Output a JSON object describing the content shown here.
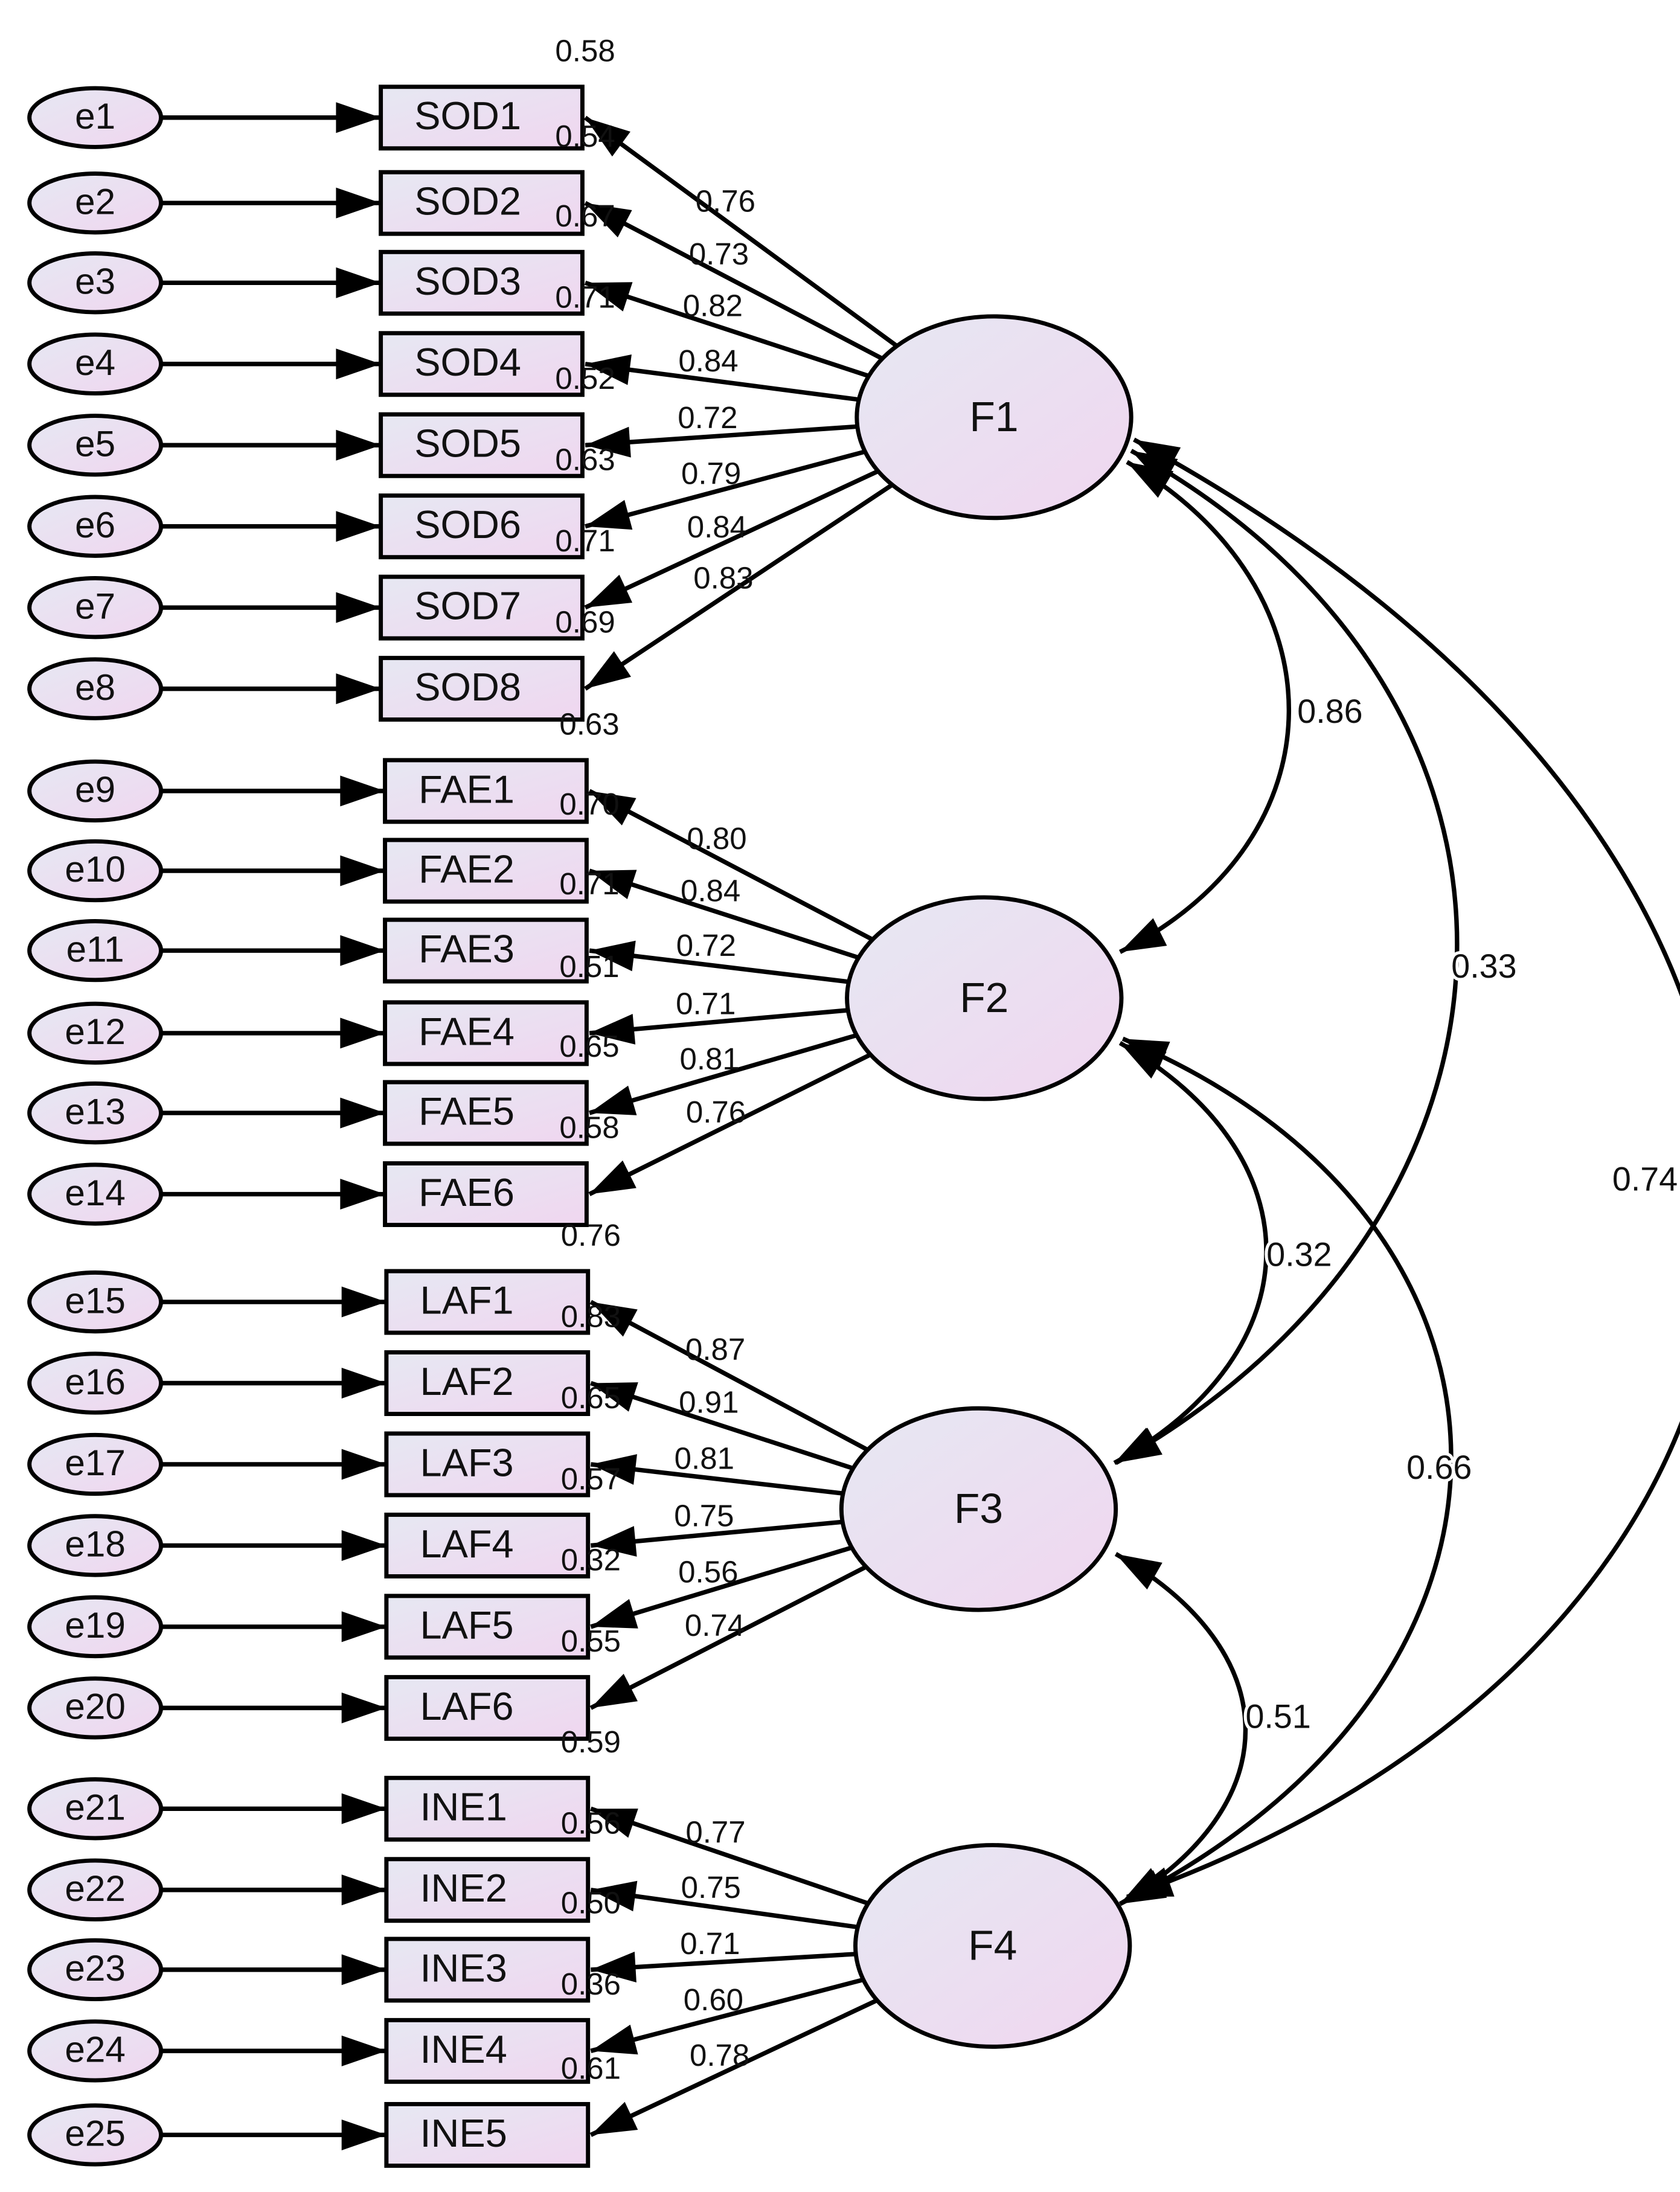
{
  "colors": {
    "line": "#000000",
    "fill_light": "#e6e8f2",
    "fill_pink": "#f0d6f0",
    "text": "#111111"
  },
  "factors": [
    {
      "id": "F1",
      "label": "F1"
    },
    {
      "id": "F2",
      "label": "F2"
    },
    {
      "id": "F3",
      "label": "F3"
    },
    {
      "id": "F4",
      "label": "F4"
    }
  ],
  "indicators": [
    {
      "item": "SOD1",
      "error": "e1",
      "factor": "F1",
      "loading": "0.76",
      "r2": "0.58"
    },
    {
      "item": "SOD2",
      "error": "e2",
      "factor": "F1",
      "loading": "0.73",
      "r2": "0.54"
    },
    {
      "item": "SOD3",
      "error": "e3",
      "factor": "F1",
      "loading": "0.82",
      "r2": "0.67"
    },
    {
      "item": "SOD4",
      "error": "e4",
      "factor": "F1",
      "loading": "0.84",
      "r2": "0.71"
    },
    {
      "item": "SOD5",
      "error": "e5",
      "factor": "F1",
      "loading": "0.72",
      "r2": "0.52"
    },
    {
      "item": "SOD6",
      "error": "e6",
      "factor": "F1",
      "loading": "0.79",
      "r2": "0.63"
    },
    {
      "item": "SOD7",
      "error": "e7",
      "factor": "F1",
      "loading": "0.84",
      "r2": "0.71"
    },
    {
      "item": "SOD8",
      "error": "e8",
      "factor": "F1",
      "loading": "0.83",
      "r2": "0.69"
    },
    {
      "item": "FAE1",
      "error": "e9",
      "factor": "F2",
      "loading": "0.80",
      "r2": "0.63"
    },
    {
      "item": "FAE2",
      "error": "e10",
      "factor": "F2",
      "loading": "0.84",
      "r2": "0.70"
    },
    {
      "item": "FAE3",
      "error": "e11",
      "factor": "F2",
      "loading": "0.72",
      "r2": "0.71"
    },
    {
      "item": "FAE4",
      "error": "e12",
      "factor": "F2",
      "loading": "0.71",
      "r2": "0.51"
    },
    {
      "item": "FAE5",
      "error": "e13",
      "factor": "F2",
      "loading": "0.81",
      "r2": "0.65"
    },
    {
      "item": "FAE6",
      "error": "e14",
      "factor": "F2",
      "loading": "0.76",
      "r2": "0.58"
    },
    {
      "item": "LAF1",
      "error": "e15",
      "factor": "F3",
      "loading": "0.87",
      "r2": "0.76"
    },
    {
      "item": "LAF2",
      "error": "e16",
      "factor": "F3",
      "loading": "0.91",
      "r2": "0.83"
    },
    {
      "item": "LAF3",
      "error": "e17",
      "factor": "F3",
      "loading": "0.81",
      "r2": "0.65"
    },
    {
      "item": "LAF4",
      "error": "e18",
      "factor": "F3",
      "loading": "0.75",
      "r2": "0.57"
    },
    {
      "item": "LAF5",
      "error": "e19",
      "factor": "F3",
      "loading": "0.56",
      "r2": "0.32"
    },
    {
      "item": "LAF6",
      "error": "e20",
      "factor": "F3",
      "loading": "0.74",
      "r2": "0.55"
    },
    {
      "item": "INE1",
      "error": "e21",
      "factor": "F4",
      "loading": "0.77",
      "r2": "0.59"
    },
    {
      "item": "INE2",
      "error": "e22",
      "factor": "F4",
      "loading": "0.75",
      "r2": "0.56"
    },
    {
      "item": "INE3",
      "error": "e23",
      "factor": "F4",
      "loading": "0.71",
      "r2": "0.50"
    },
    {
      "item": "INE4",
      "error": "e24",
      "factor": "F4",
      "loading": "0.60",
      "r2": "0.36"
    },
    {
      "item": "INE5",
      "error": "e25",
      "factor": "F4",
      "loading": "0.78",
      "r2": "0.61"
    }
  ],
  "correlations": [
    {
      "from": "F1",
      "to": "F2",
      "value": "0.86"
    },
    {
      "from": "F1",
      "to": "F3",
      "value": "0.33"
    },
    {
      "from": "F1",
      "to": "F4",
      "value": "0.74"
    },
    {
      "from": "F2",
      "to": "F3",
      "value": "0.32"
    },
    {
      "from": "F2",
      "to": "F4",
      "value": "0.66"
    },
    {
      "from": "F3",
      "to": "F4",
      "value": "0.51"
    }
  ]
}
